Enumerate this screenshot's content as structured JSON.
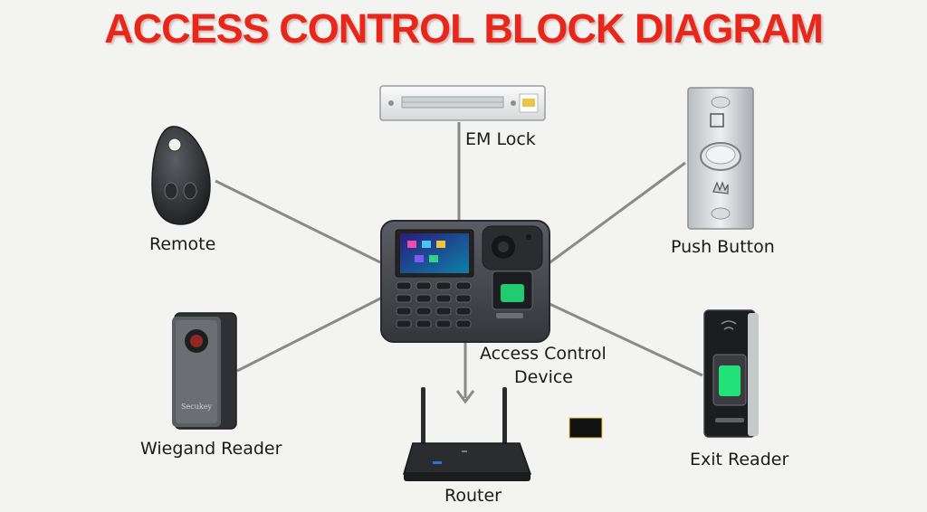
{
  "title": "ACCESS CONTROL BLOCK DIAGRAM",
  "nodes": {
    "em_lock": {
      "label": "EM Lock"
    },
    "push_button": {
      "label": "Push Button"
    },
    "remote": {
      "label": "Remote"
    },
    "wiegand_reader": {
      "label": "Wiegand Reader",
      "brand": "Secukey"
    },
    "access_control_device": {
      "label_line1": "Access Control",
      "label_line2": "Device"
    },
    "router": {
      "label": "Router"
    },
    "exit_reader": {
      "label": "Exit Reader"
    }
  },
  "colors": {
    "title": "#e8271b",
    "connector": "#8a8a8a",
    "device_body": "#4a4d52",
    "fingerprint_glow": "#22e07a"
  }
}
